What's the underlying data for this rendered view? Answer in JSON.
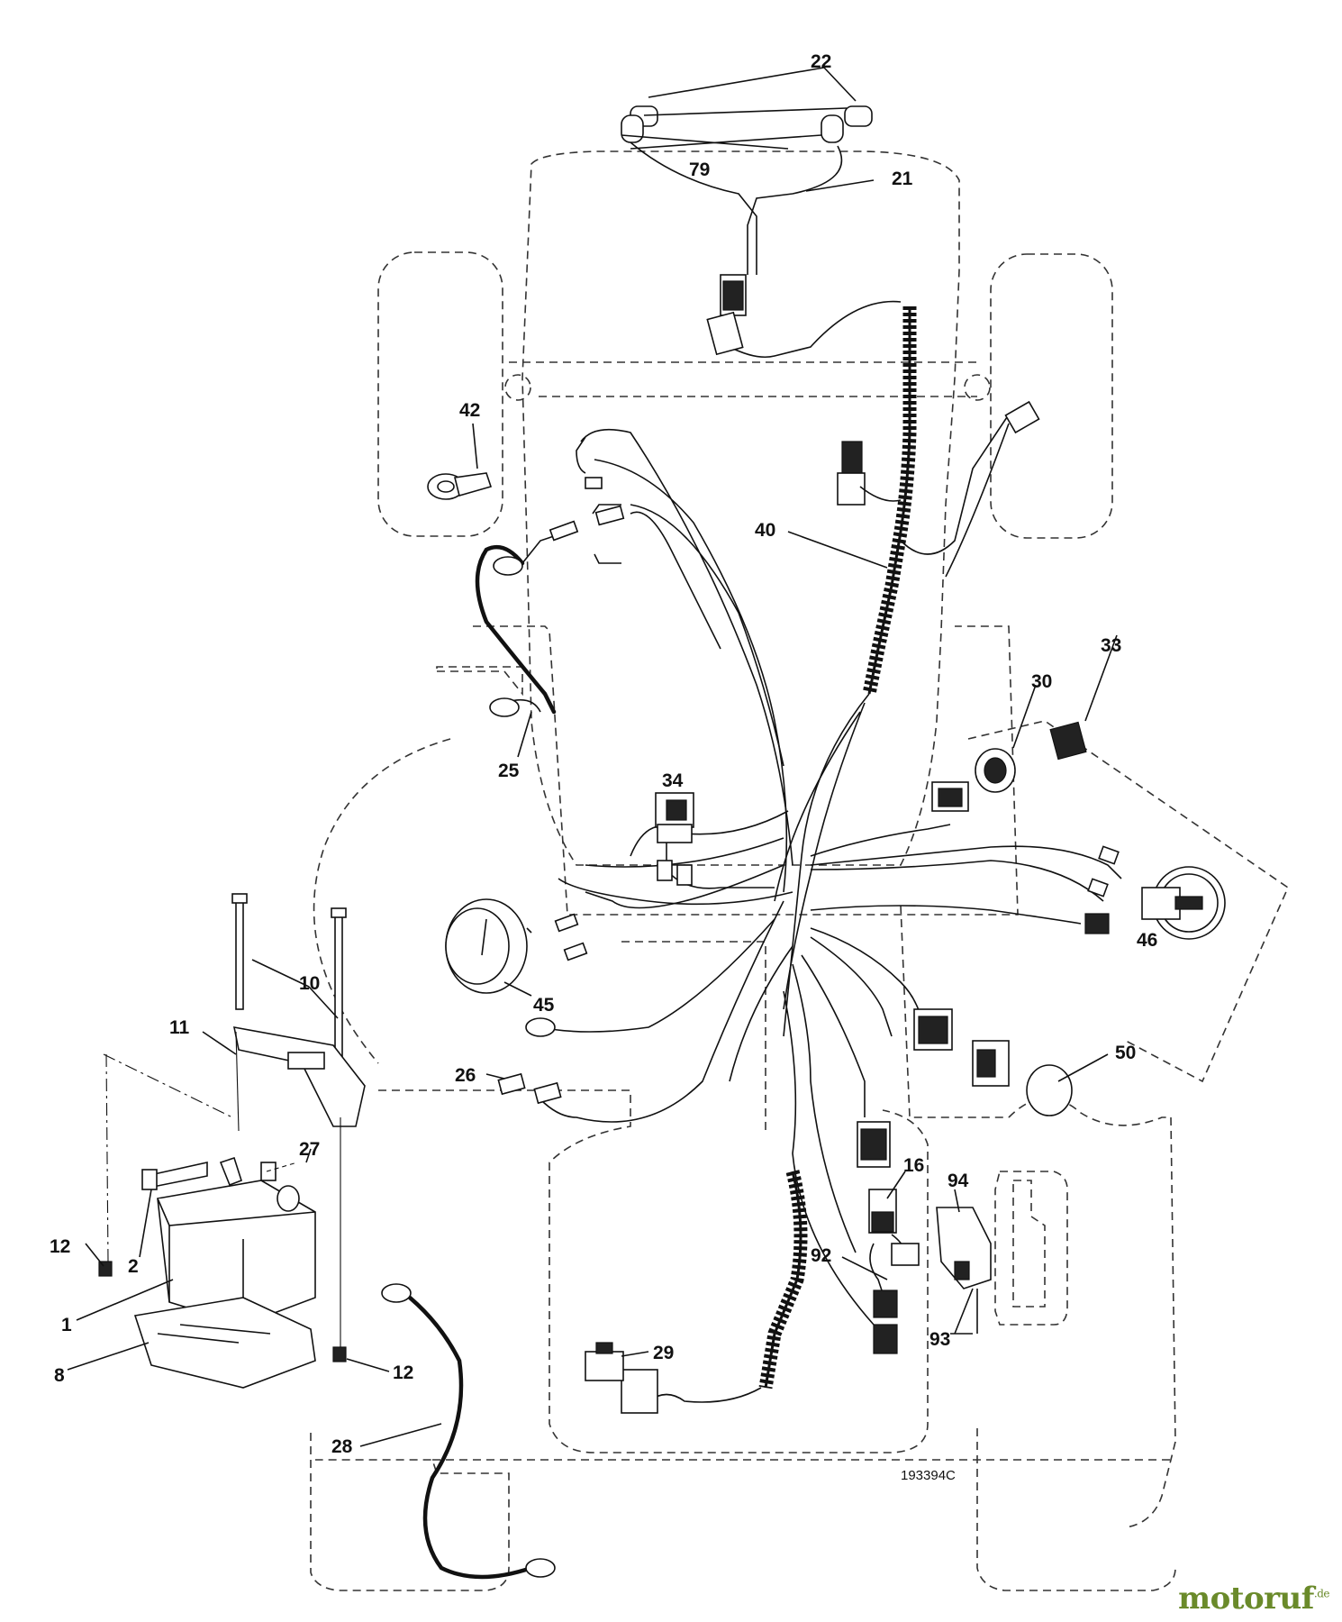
{
  "diagram": {
    "drawing_number": "193394C",
    "callouts": [
      {
        "id": "c22",
        "text": "22"
      },
      {
        "id": "c79",
        "text": "79"
      },
      {
        "id": "c21",
        "text": "21"
      },
      {
        "id": "c42",
        "text": "42"
      },
      {
        "id": "c40",
        "text": "40"
      },
      {
        "id": "c33",
        "text": "33"
      },
      {
        "id": "c30",
        "text": "30"
      },
      {
        "id": "c25",
        "text": "25"
      },
      {
        "id": "c34",
        "text": "34"
      },
      {
        "id": "c10",
        "text": "10"
      },
      {
        "id": "c11",
        "text": "11"
      },
      {
        "id": "c45",
        "text": "45"
      },
      {
        "id": "c46",
        "text": "46"
      },
      {
        "id": "c50",
        "text": "50"
      },
      {
        "id": "c26",
        "text": "26"
      },
      {
        "id": "c27",
        "text": "27"
      },
      {
        "id": "c16",
        "text": "16"
      },
      {
        "id": "c94",
        "text": "94"
      },
      {
        "id": "c12a",
        "text": "12"
      },
      {
        "id": "c2",
        "text": "2"
      },
      {
        "id": "c1",
        "text": "1"
      },
      {
        "id": "c8",
        "text": "8"
      },
      {
        "id": "c12b",
        "text": "12"
      },
      {
        "id": "c92",
        "text": "92"
      },
      {
        "id": "c93",
        "text": "93"
      },
      {
        "id": "c29",
        "text": "29"
      },
      {
        "id": "c28",
        "text": "28"
      }
    ]
  },
  "watermark": {
    "brand": "motoruf",
    "suffix": ".de",
    "color": "#6a8a2a"
  }
}
